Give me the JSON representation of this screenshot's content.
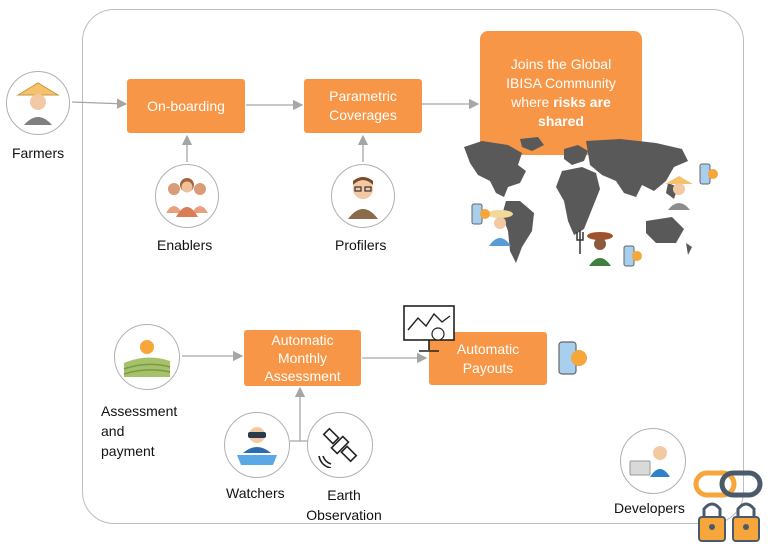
{
  "boxes": {
    "onboarding": "On-boarding",
    "parametric_line1": "Parametric",
    "parametric_line2": "Coverages",
    "community_line1": "Joins the Global",
    "community_line2": "IBISA Community",
    "community_line3_pre": "where ",
    "community_line3_bold": "risks are",
    "community_line4_bold": "shared",
    "assessment_line1": "Automatic",
    "assessment_line2": "Monthly",
    "assessment_line3": "Assessment",
    "payouts_line1": "Automatic",
    "payouts_line2": "Payouts"
  },
  "actors": {
    "farmers": "Farmers",
    "enablers": "Enablers",
    "profilers": "Profilers",
    "assessment_line1": "Assessment",
    "assessment_line2": "and",
    "assessment_line3": "payment",
    "watchers": "Watchers",
    "earth_line1": "Earth",
    "earth_line2": "Observation",
    "developers": "Developers"
  },
  "colors": {
    "accent": "#f79646",
    "connector": "#a6a6a6",
    "map": "#595959",
    "frame": "#bdbdbd"
  },
  "icons": [
    "farmer-icon",
    "enablers-icon",
    "profiler-icon",
    "field-icon",
    "watcher-icon",
    "satellite-icon",
    "developer-icon",
    "world-map-icon",
    "monitor-icon",
    "phone-coin-icon",
    "chain-lock-icon"
  ]
}
